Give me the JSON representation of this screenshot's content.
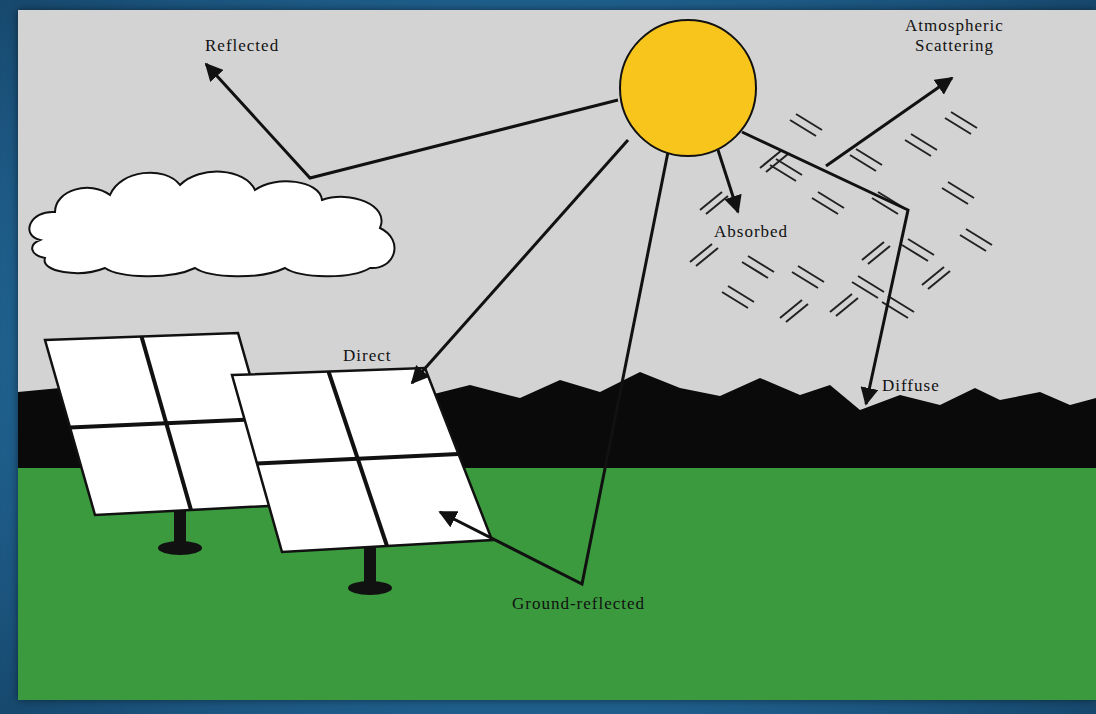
{
  "diagram": {
    "labels": [
      "Reflected",
      "Atmospheric Scattering",
      "Absorbed",
      "Direct",
      "Diffuse",
      "Ground-reflected"
    ]
  }
}
